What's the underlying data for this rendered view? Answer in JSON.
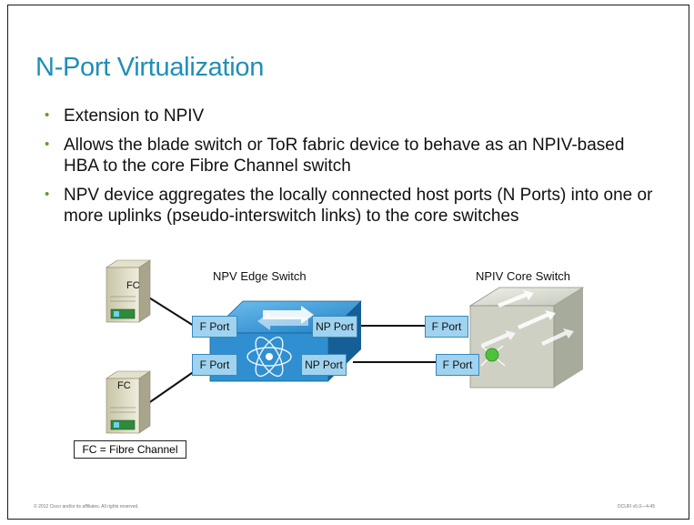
{
  "title": "N-Port Virtualization",
  "bullets": [
    "Extension to NPIV",
    "Allows the blade switch or ToR fabric device to behave as an NPIV-based HBA to the core Fibre Channel switch",
    "NPV device aggregates the locally connected host ports (N Ports) into one or more uplinks (pseudo-interswitch links) to the core switches"
  ],
  "diagram": {
    "edge_switch_label": "NPV Edge Switch",
    "core_switch_label": "NPIV Core Switch",
    "host_label": "FC",
    "f_port_label": "F Port",
    "np_port_label": "NP Port",
    "legend": "FC = Fibre Channel"
  },
  "footer": {
    "left": "© 2012 Cisco and/or its affiliates. All rights reserved.",
    "right": "DCUFI v5.0—4-45"
  },
  "colors": {
    "title": "#1e8fb8",
    "bullet": "#5aa02c",
    "port_fill": "#9fd3ef",
    "edge_switch": "#2f8fd0",
    "core_switch": "#c9cdbf"
  }
}
